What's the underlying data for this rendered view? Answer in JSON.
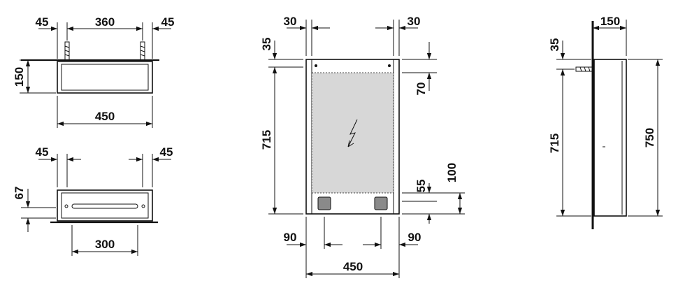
{
  "colors": {
    "ink": "#111111",
    "mirror": "#d7d7d7",
    "socket": "#8a8a8a"
  },
  "icons": {
    "power": "lightning-bolt-icon"
  },
  "views": {
    "top_view": {
      "dim_left": "45",
      "dim_center": "360",
      "dim_right": "45",
      "dim_depth": "150",
      "dim_width": "450"
    },
    "bottom_view": {
      "dim_left": "45",
      "dim_right": "45",
      "dim_height": "67",
      "dim_slot": "300"
    },
    "front_view": {
      "dim_left_margin": "30",
      "dim_right_margin": "30",
      "dim_top": "35",
      "dim_mirror_height": "715",
      "dim_top_right": "70",
      "dim_bottom_small": "55",
      "dim_bottom_large": "100",
      "dim_bottom_left": "90",
      "dim_bottom_right": "90",
      "dim_width": "450"
    },
    "side_view": {
      "dim_depth": "150",
      "dim_top": "35",
      "dim_height_inner": "715",
      "dim_height_total": "750"
    }
  }
}
